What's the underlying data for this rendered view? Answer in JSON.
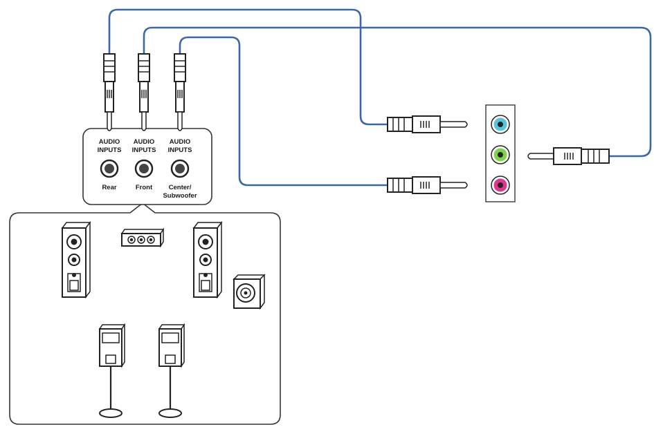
{
  "speaker_inputs": [
    {
      "line1": "AUDIO",
      "line2": "INPUTS",
      "name": "Rear",
      "name2": ""
    },
    {
      "line1": "AUDIO",
      "line2": "INPUTS",
      "name": "Front",
      "name2": ""
    },
    {
      "line1": "AUDIO",
      "line2": "INPUTS",
      "name": "Center/",
      "name2": "Subwoofer"
    }
  ],
  "colors": {
    "cable": "#3a67a8",
    "jack_blue": "#58c4dc",
    "jack_green": "#7fd34a",
    "jack_pink": "#e0348e",
    "outline": "#222222"
  },
  "icons": [
    "speaker-tower-icon",
    "satellite-speaker-icon",
    "subwoofer-icon",
    "audio-plug-icon",
    "audio-jack-icon"
  ]
}
